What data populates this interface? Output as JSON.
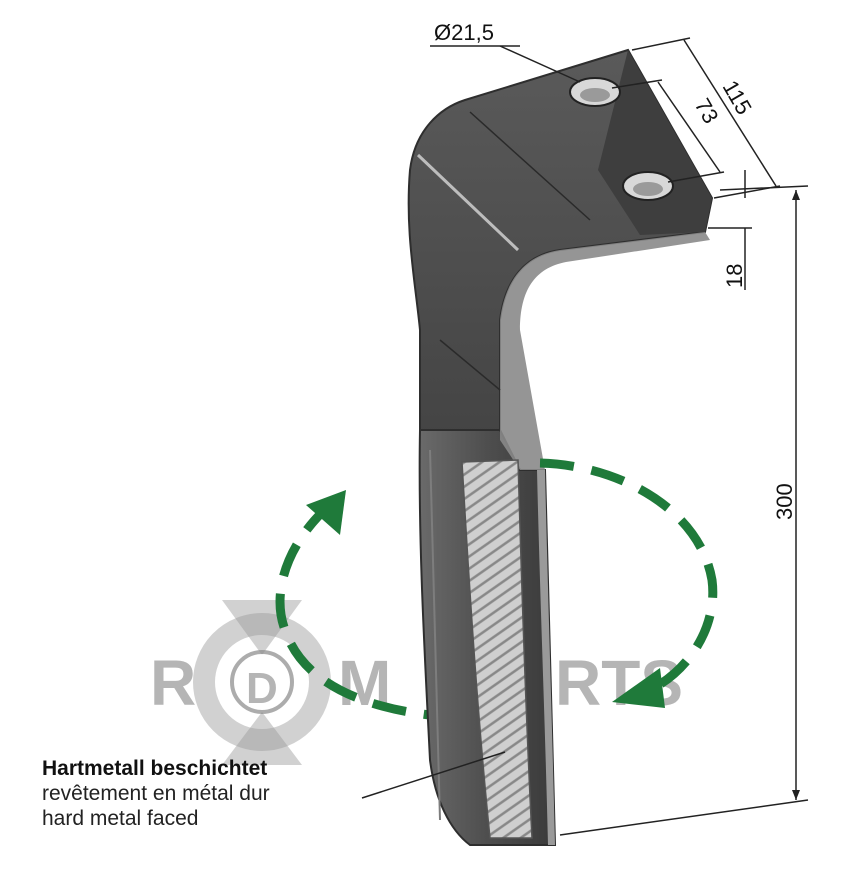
{
  "dimensions": {
    "hole_diameter": "Ø21,5",
    "total_width": "115",
    "hole_spacing": "73",
    "thickness": "18",
    "length": "300"
  },
  "watermark": {
    "letters": [
      "R",
      "D",
      "M",
      "RTS"
    ]
  },
  "caption": {
    "line1": "Hartmetall beschichtet",
    "line2": "revêtement en métal dur",
    "line3": "hard metal faced"
  },
  "colors": {
    "blade_dark": "#4a4a4a",
    "blade_mid": "#5c5c5c",
    "blade_light": "#8a8a8a",
    "arrow_green": "#1f7a3a",
    "watermark_gray": "#7a7a7a"
  },
  "icons": [
    "rotation-arrow-icon",
    "rdm-logo-icon"
  ]
}
